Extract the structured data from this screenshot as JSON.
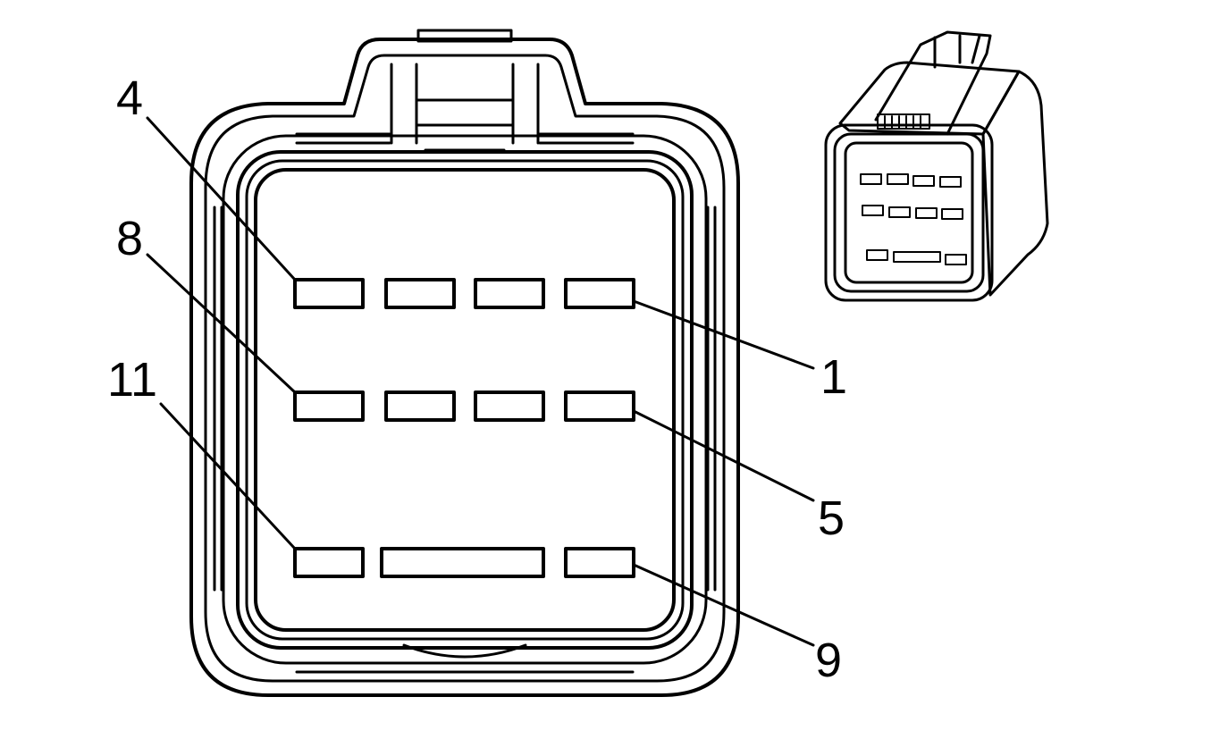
{
  "diagram": {
    "pin_labels": [
      {
        "id": "pin-4",
        "text": "4"
      },
      {
        "id": "pin-8",
        "text": "8"
      },
      {
        "id": "pin-11",
        "text": "11"
      },
      {
        "id": "pin-1",
        "text": "1"
      },
      {
        "id": "pin-5",
        "text": "5"
      },
      {
        "id": "pin-9",
        "text": "9"
      }
    ]
  }
}
